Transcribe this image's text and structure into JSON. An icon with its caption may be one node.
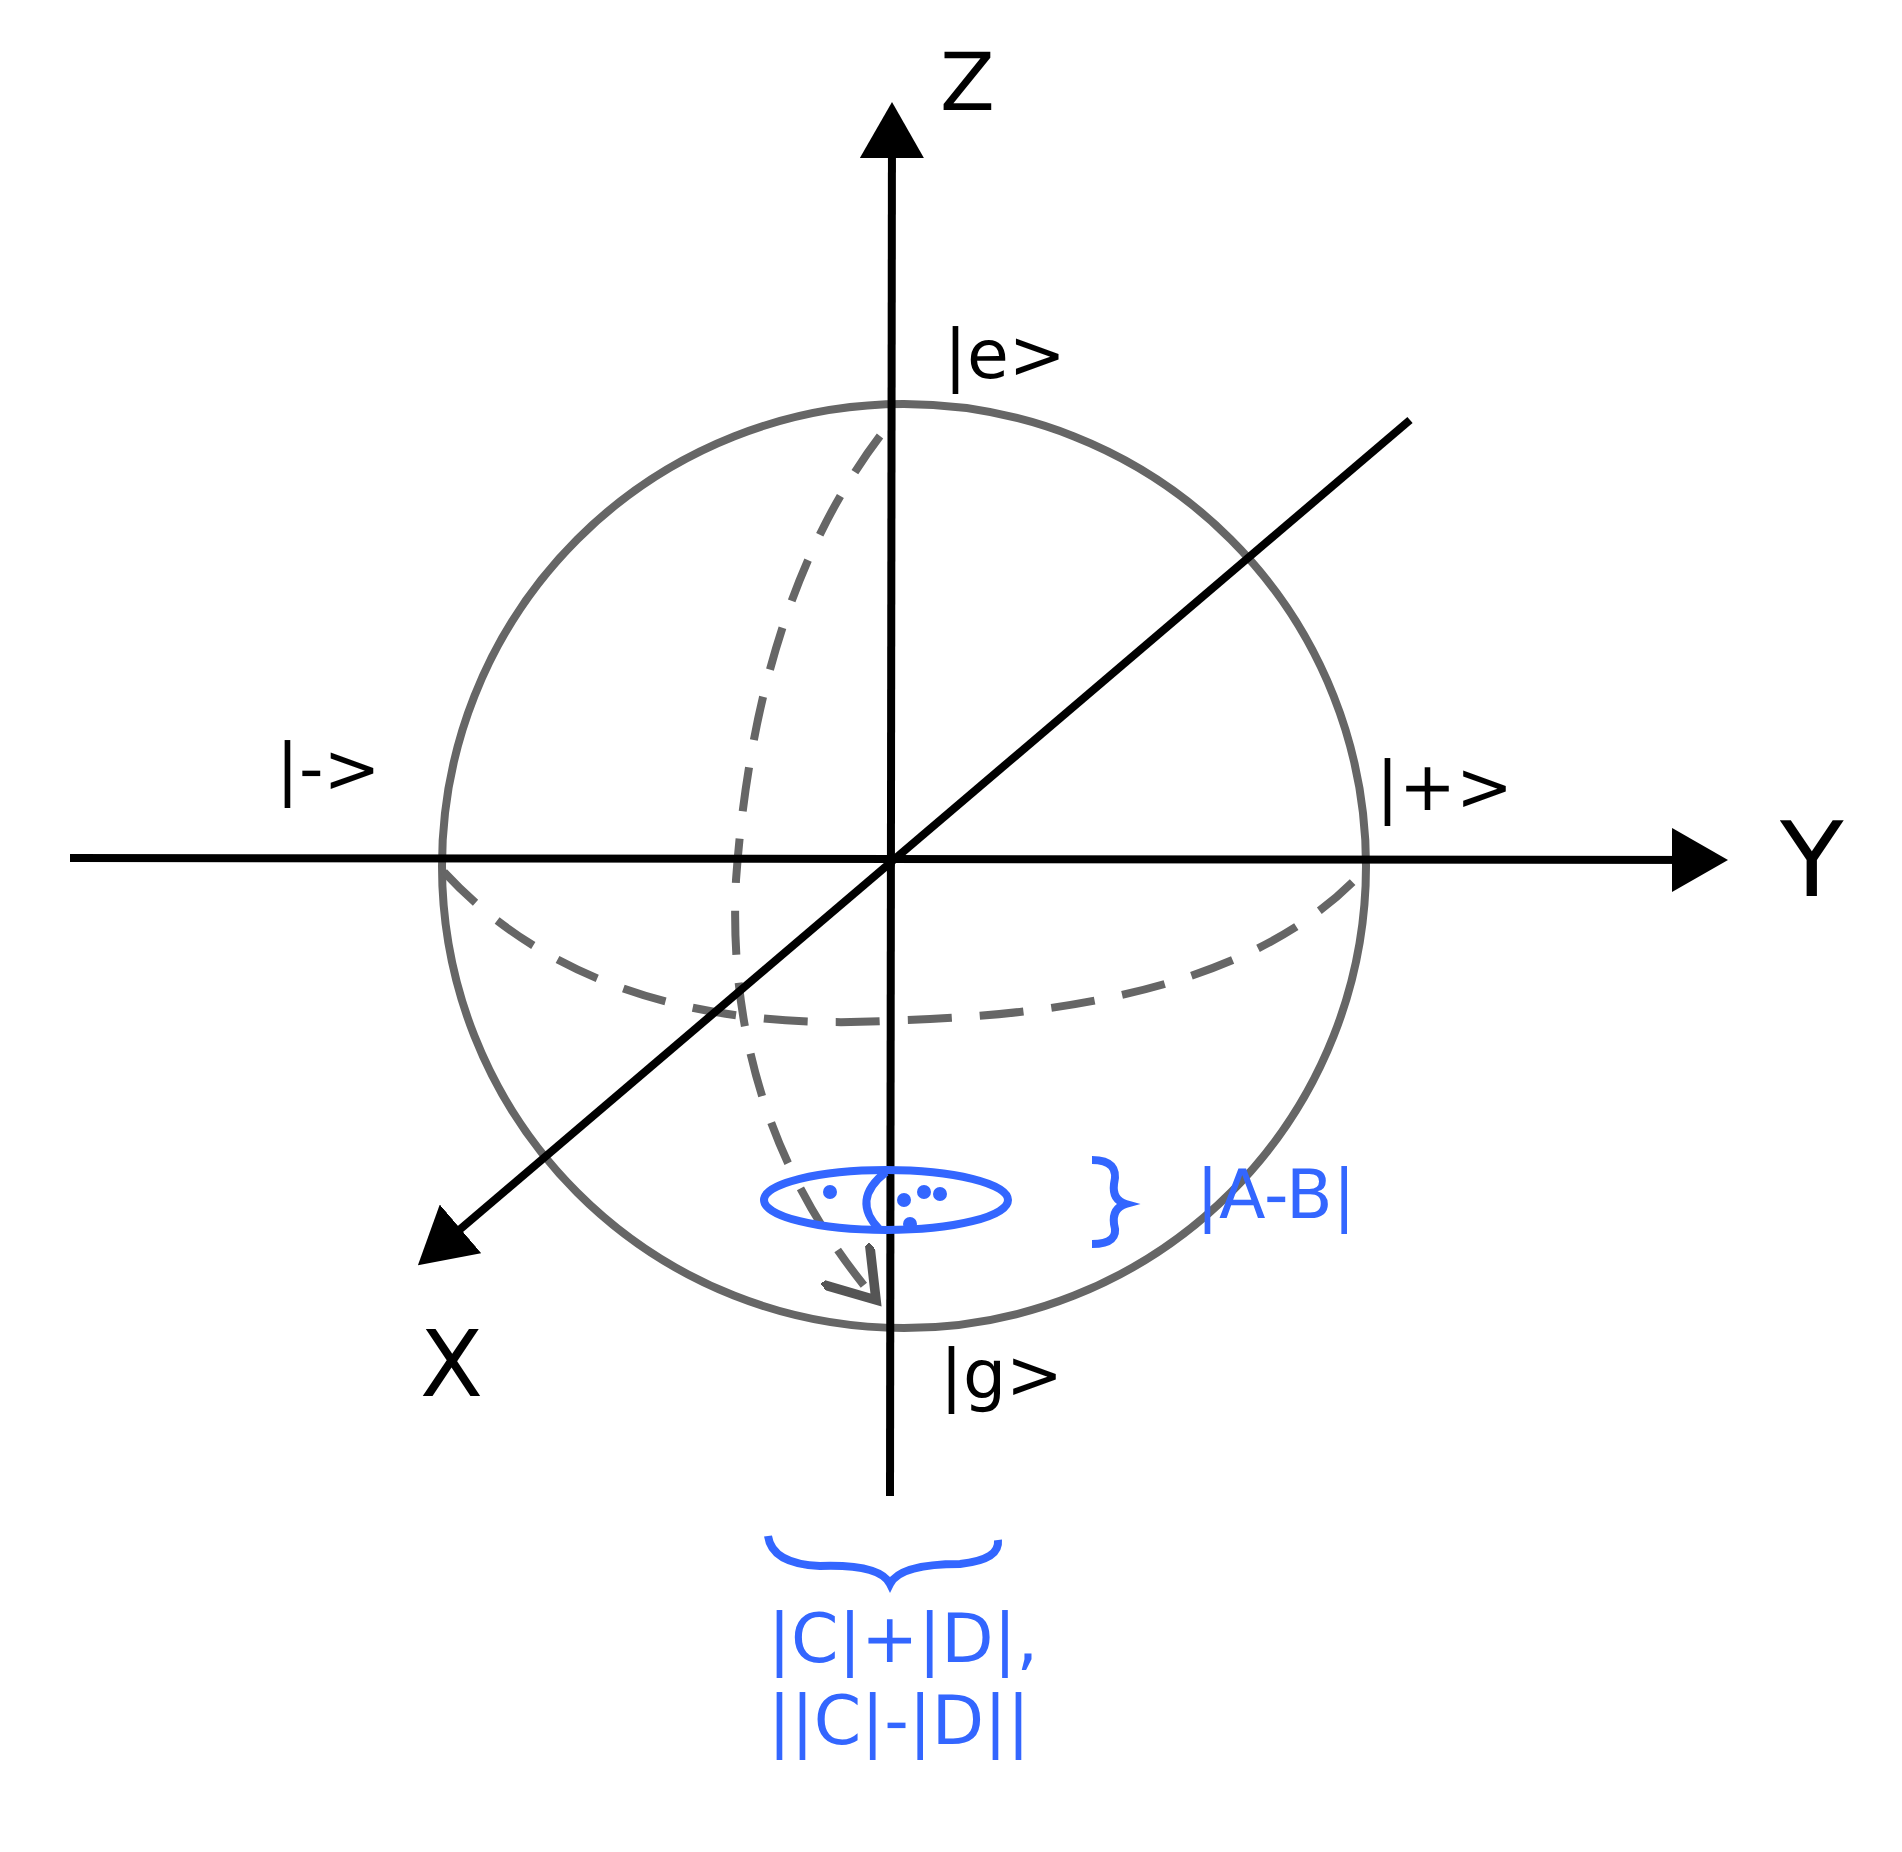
{
  "diagram": {
    "labels": [
      "Z",
      "|e>",
      "|->",
      "|+>",
      "Y",
      "X",
      "|g>",
      "|A-B|",
      "|C|+|D|, ||C|-|D||"
    ]
  }
}
